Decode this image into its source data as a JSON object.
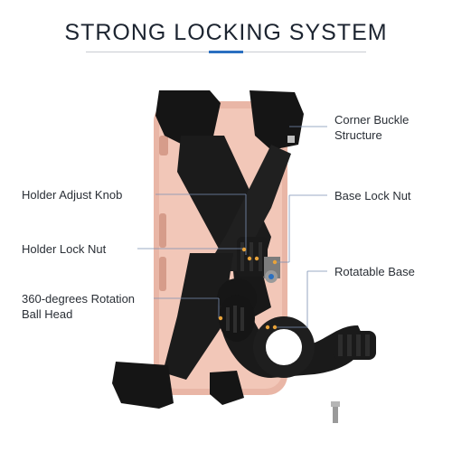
{
  "title": "STRONG LOCKING SYSTEM",
  "colors": {
    "accent": "#2a6fc0",
    "leader": "#7a8fb3",
    "dot": "#e8a33a",
    "phone": "#e7b4a3",
    "holder": "#141414"
  },
  "labels": {
    "corner_buckle": "Corner Buckle\nStructure",
    "adjust_knob": "Holder Adjust Knob",
    "lock_nut": "Holder Lock Nut",
    "ball_head": "360-degrees Rotation\nBall Head",
    "base_lock_nut": "Base Lock Nut",
    "rotatable_base": "Rotatable Base"
  }
}
